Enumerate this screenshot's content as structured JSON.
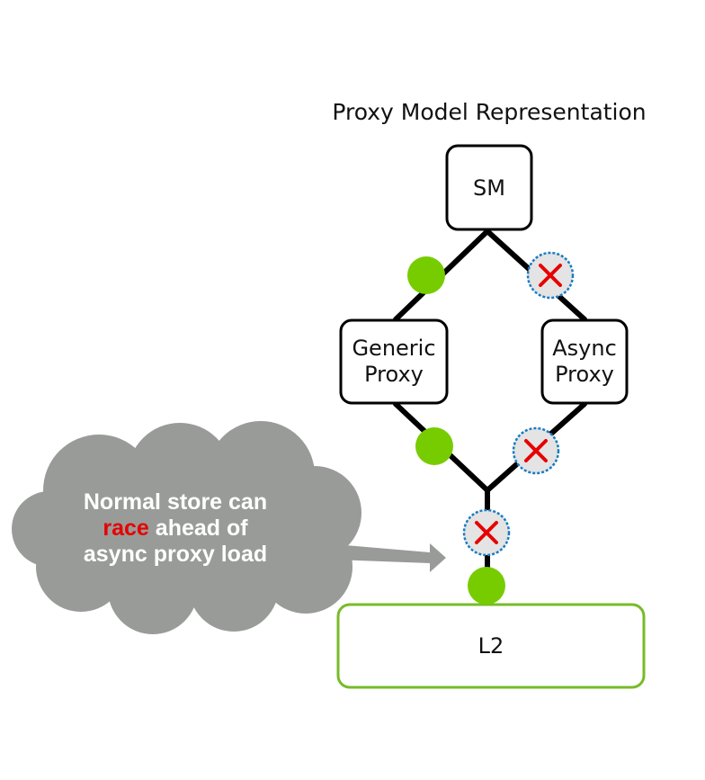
{
  "title": "Proxy Model Representation",
  "nodes": {
    "sm": "SM",
    "generic_proxy": [
      "Generic",
      "Proxy"
    ],
    "async_proxy": [
      "Async",
      "Proxy"
    ],
    "l2": "L2"
  },
  "callout": {
    "line1": "Normal store can",
    "line2_highlight": "race",
    "line2_rest": "ahead of",
    "line3": "async proxy load"
  },
  "colors": {
    "edge": "#000000",
    "ok_marker": "#77cc00",
    "blocked_marker_fill": "#e4e4e4",
    "blocked_marker_ring": "#1a7cc2",
    "blocked_cross": "#e60000",
    "l2_border": "#77bb2a",
    "cloud": "#999b99",
    "highlight": "#e60000"
  },
  "markers": [
    {
      "edge": "sm-to-generic",
      "state": "allowed"
    },
    {
      "edge": "sm-to-async",
      "state": "blocked"
    },
    {
      "edge": "generic-to-junction",
      "state": "allowed"
    },
    {
      "edge": "async-to-junction",
      "state": "blocked"
    },
    {
      "edge": "junction-to-l2-upper",
      "state": "blocked"
    },
    {
      "edge": "junction-to-l2-lower",
      "state": "allowed"
    }
  ]
}
